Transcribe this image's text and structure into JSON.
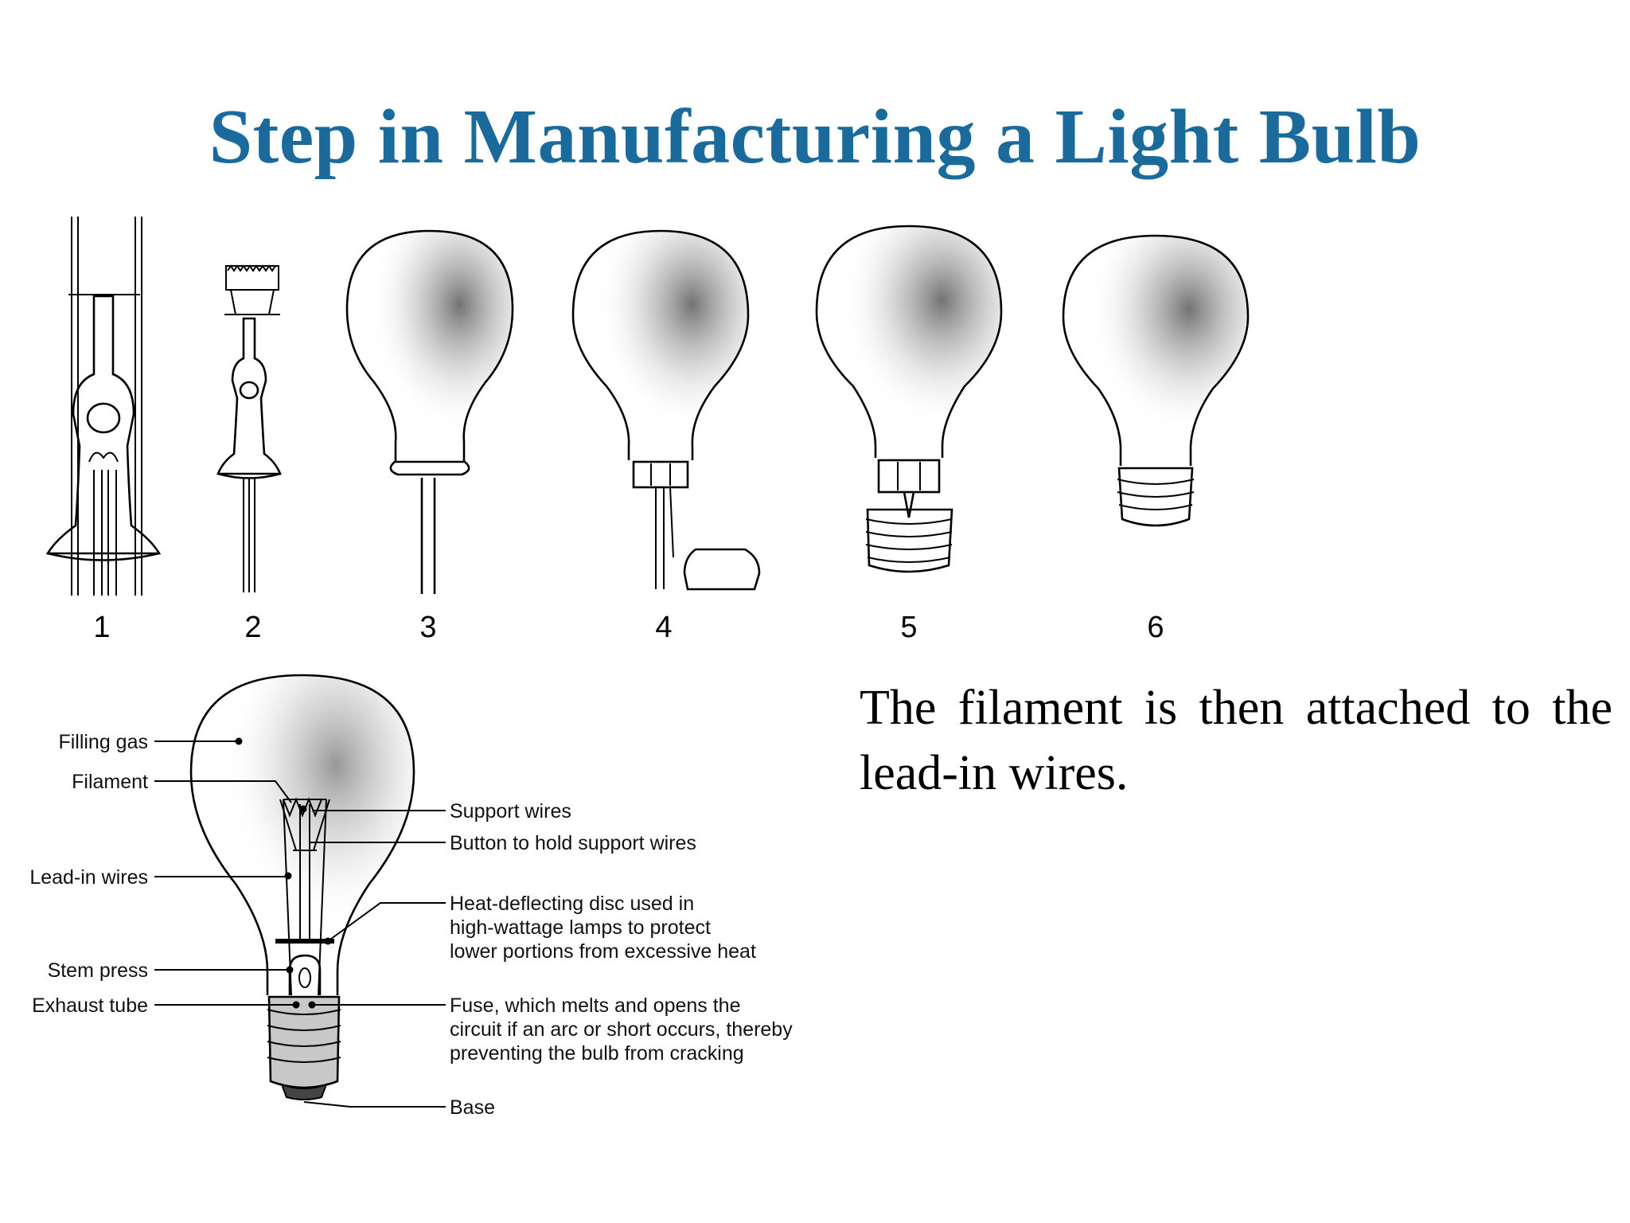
{
  "title": "Step in Manufacturing a Light Bulb",
  "colors": {
    "title": "#1a6b9c",
    "ink": "#000000",
    "background": "#ffffff"
  },
  "steps": [
    {
      "number": "1"
    },
    {
      "number": "2"
    },
    {
      "number": "3"
    },
    {
      "number": "4"
    },
    {
      "number": "5"
    },
    {
      "number": "6"
    }
  ],
  "description": "The filament is then attached to the lead-in wires.",
  "diagram": {
    "left_labels": [
      {
        "text": "Filling gas"
      },
      {
        "text": "Filament"
      },
      {
        "text": "Lead-in wires"
      },
      {
        "text": "Stem press"
      },
      {
        "text": "Exhaust tube"
      }
    ],
    "right_labels": [
      {
        "lines": [
          "Support wires"
        ]
      },
      {
        "lines": [
          "Button to hold support wires"
        ]
      },
      {
        "lines": [
          "Heat-deflecting disc used in",
          "high-wattage lamps to protect",
          "lower portions from excessive heat"
        ]
      },
      {
        "lines": [
          "Fuse, which melts and opens the",
          "circuit if an arc or short occurs, thereby",
          "preventing the bulb from cracking"
        ]
      },
      {
        "lines": [
          "Base"
        ]
      }
    ]
  }
}
